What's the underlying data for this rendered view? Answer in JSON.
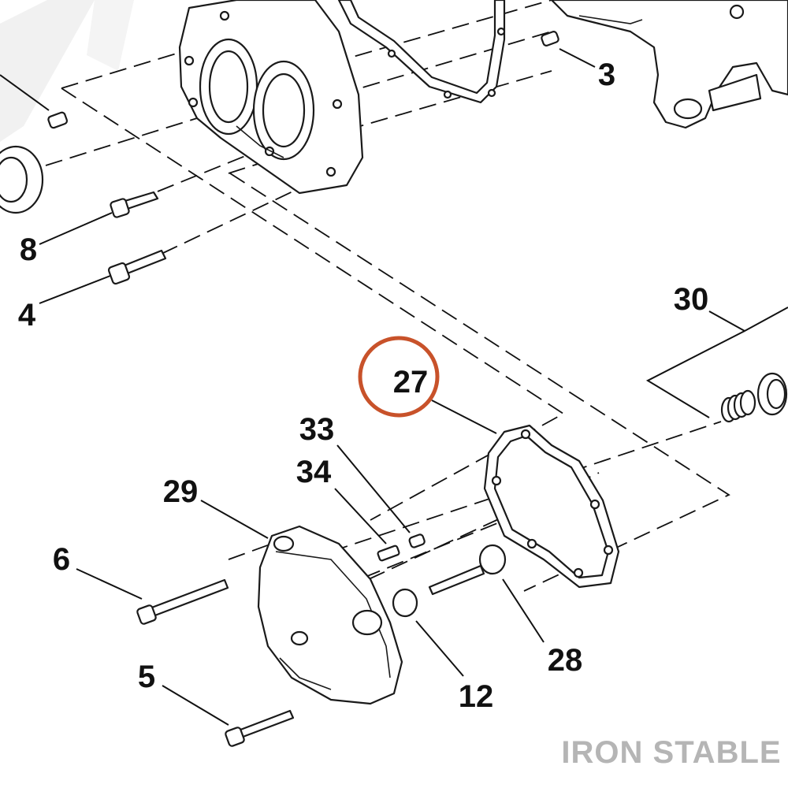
{
  "diagram": {
    "callouts": [
      {
        "id": "3",
        "label": "3"
      },
      {
        "id": "8",
        "label": "8"
      },
      {
        "id": "4",
        "label": "4"
      },
      {
        "id": "30",
        "label": "30"
      },
      {
        "id": "27",
        "label": "27",
        "highlighted": true
      },
      {
        "id": "33",
        "label": "33"
      },
      {
        "id": "34",
        "label": "34"
      },
      {
        "id": "29",
        "label": "29"
      },
      {
        "id": "6",
        "label": "6"
      },
      {
        "id": "28",
        "label": "28"
      },
      {
        "id": "12",
        "label": "12"
      },
      {
        "id": "5",
        "label": "5"
      }
    ],
    "watermark": "IRON STABLE",
    "colors": {
      "highlight_ring": "#c8522a",
      "line": "#111111",
      "watermark": "#b5b5b5",
      "background_shape": "#f1f1f1"
    }
  }
}
